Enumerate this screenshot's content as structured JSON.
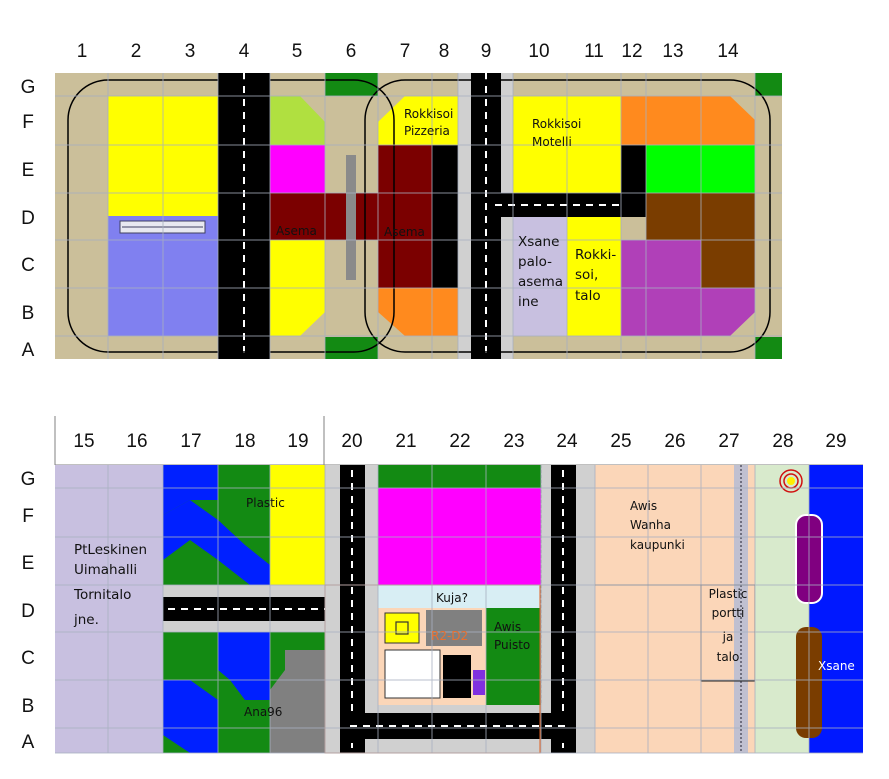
{
  "map_top": {
    "columns": [
      "1",
      "2",
      "3",
      "4",
      "5",
      "6",
      "7",
      "8",
      "9",
      "10",
      "11",
      "12",
      "13",
      "14"
    ],
    "rows": [
      "G",
      "F",
      "E",
      "D",
      "C",
      "B",
      "A"
    ],
    "labels": {
      "asema_left": "Asema",
      "asema_right": "Asema",
      "rokkisoi_pizzeria": [
        "Rokkisoi",
        "Pizzeria"
      ],
      "rokkisoi_motelli": [
        "Rokkisoi",
        "Motelli"
      ],
      "xsane_paloasema": [
        "Xsane",
        "palo-",
        "asema",
        "ine"
      ],
      "rokkisoi_talo": [
        "Rokki-",
        "soi,",
        "talo"
      ]
    }
  },
  "map_bottom": {
    "columns": [
      "15",
      "16",
      "17",
      "18",
      "19",
      "20",
      "21",
      "22",
      "23",
      "24",
      "25",
      "26",
      "27",
      "28",
      "29"
    ],
    "rows": [
      "G",
      "F",
      "E",
      "D",
      "C",
      "B",
      "A"
    ],
    "labels": {
      "ptleskinen": [
        "PtLeskinen",
        "Uimahalli",
        "Tornitalo",
        "jne."
      ],
      "plastic": "Plastic",
      "ana96": "Ana96",
      "kuja": "Kuja?",
      "r2d2": "R2-D2",
      "awis_puisto": [
        "Awis",
        "Puisto"
      ],
      "awis_wanha": [
        "Awis",
        "Wanha",
        "kaupunki"
      ],
      "plastic_portti": [
        "Plastic",
        "portti",
        "ja",
        "talo"
      ],
      "xsane": "Xsane"
    }
  },
  "colors": {
    "ground": "#cbbf9a",
    "road": "#000000",
    "grass": "#138a13",
    "yellow": "#ffff00",
    "lavender": "#c8c0e0",
    "periwinkle": "#8080f0",
    "maroon": "#7b0000",
    "orange": "#ff8a1e",
    "green": "#00ff00",
    "brown": "#7a3d00",
    "purple": "#b040b8",
    "magenta": "#ff00ff",
    "lime": "#b0e040",
    "blue": "#0020ff",
    "peach": "#fbd6b8",
    "sea_blue": "#0018ff",
    "pale_green": "#d8eacc"
  }
}
